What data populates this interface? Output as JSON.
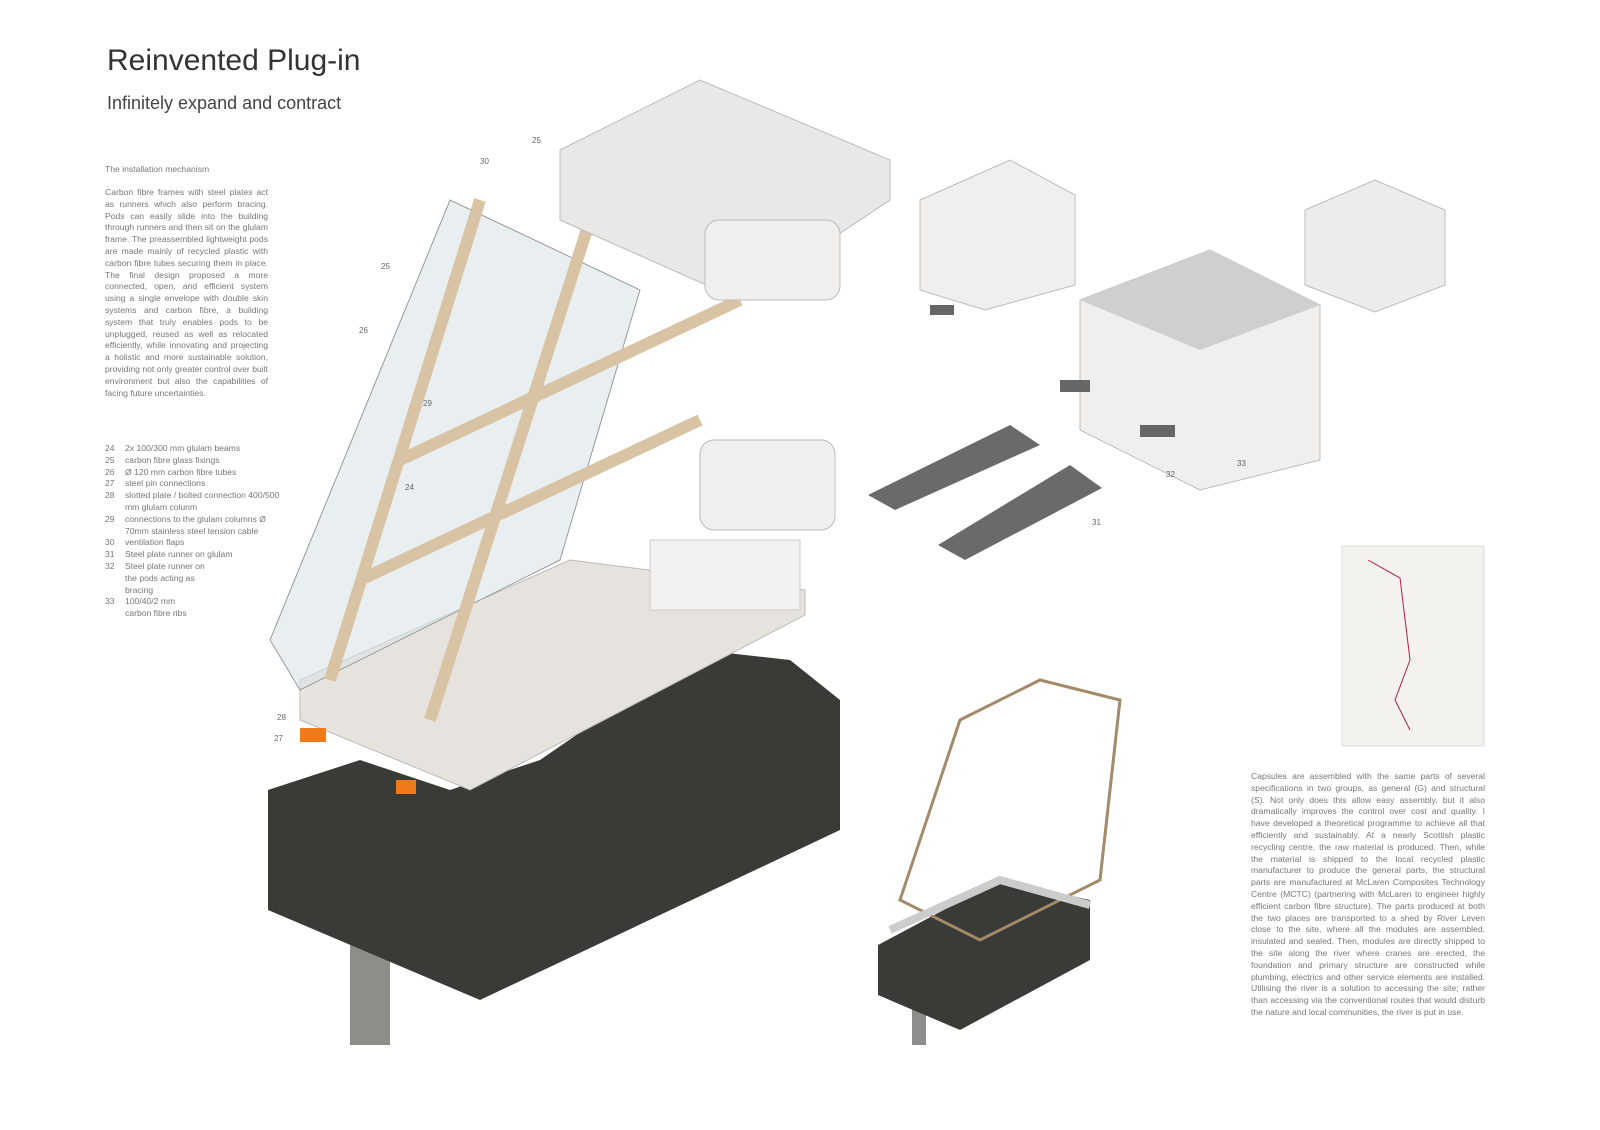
{
  "header": {
    "title": "Reinvented Plug-in",
    "subtitle": "Infinitely expand and contract"
  },
  "mechanism": {
    "heading": "The installation mechanism",
    "text": "Carbon fibre frames with steel plates act as runners which also perform bracing. Pods can easily slide into the building through runners and then sit on the glulam frame. The preassembled lightweight pods are made mainly of recycled plastic with carbon fibre tubes securing them in place. The final design proposed a more connected, open, and efficient system using a single envelope with double skin systems and carbon fibre, a building system that truly enables pods to be unplugged, reused as well as relocated efficiently, while innovating and projecting a holistic and more sustainable solution, providing not only greater control over built environment but also the capabilities of facing future uncertainties."
  },
  "legend": [
    {
      "n": "24",
      "t": "2x 100/300 mm glulam beams"
    },
    {
      "n": "25",
      "t": "carbon fibre glass fixings"
    },
    {
      "n": "26",
      "t": "Ø 120 mm carbon fibre tubes"
    },
    {
      "n": "27",
      "t": "steel pin connections"
    },
    {
      "n": "28",
      "t": "slotted plate / bolted connection 400/500 mm glulam colunm"
    },
    {
      "n": "29",
      "t": "connections to the glulam columns Ø 70mm stainless steel tension cable"
    },
    {
      "n": "30",
      "t": "ventilation flaps"
    },
    {
      "n": "31",
      "t": "Steel plate runner on glulam"
    },
    {
      "n": "32",
      "t": "Steel plate runner on the pods acting as bracing"
    },
    {
      "n": "33",
      "t": "100/40/2 mm carbon fibre ribs"
    }
  ],
  "callouts": [
    "25",
    "30",
    "25",
    "26",
    "29",
    "24",
    "28",
    "27",
    "32",
    "33",
    "31"
  ],
  "capsules": {
    "text": "Capsules are assembled with the same parts of several specifications in two groups, as general (G) and structural (S). Not only does this allow easy assembly, but it also dramatically improves the control over cost and quality. I have developed a theoretical programme to achieve all that efficiently and sustainably. At a nearly Scottish plastic recycling centre, the raw material is produced. Then, while the material is shipped to the local recycled plastic manufacturer to produce the general parts, the structural parts are manufactured at McLaren Composites Technology Centre (MCTC) (partnering with McLaren to engineer highly efficient carbon fibre structure). The parts produced at both the two places are transported to a shed by River Leven close to the site, where all the modules are assembled, insulated and sealed. Then, modules are directly shipped to the site along the river where cranes are erected, the foundation and primary structure are constructed while plumbing, electrics and other service elements are installed. Utilising the river is a solution to accessing the site; rather than accessing via the conventional routes that would disturb the nature and local communities, the river is put in use."
  },
  "colors": {
    "base": "#3a3a36",
    "glulam": "#d9c3a5",
    "pod": "#f0efed",
    "plate": "#6a6a6a",
    "orange": "#f07a1a"
  }
}
